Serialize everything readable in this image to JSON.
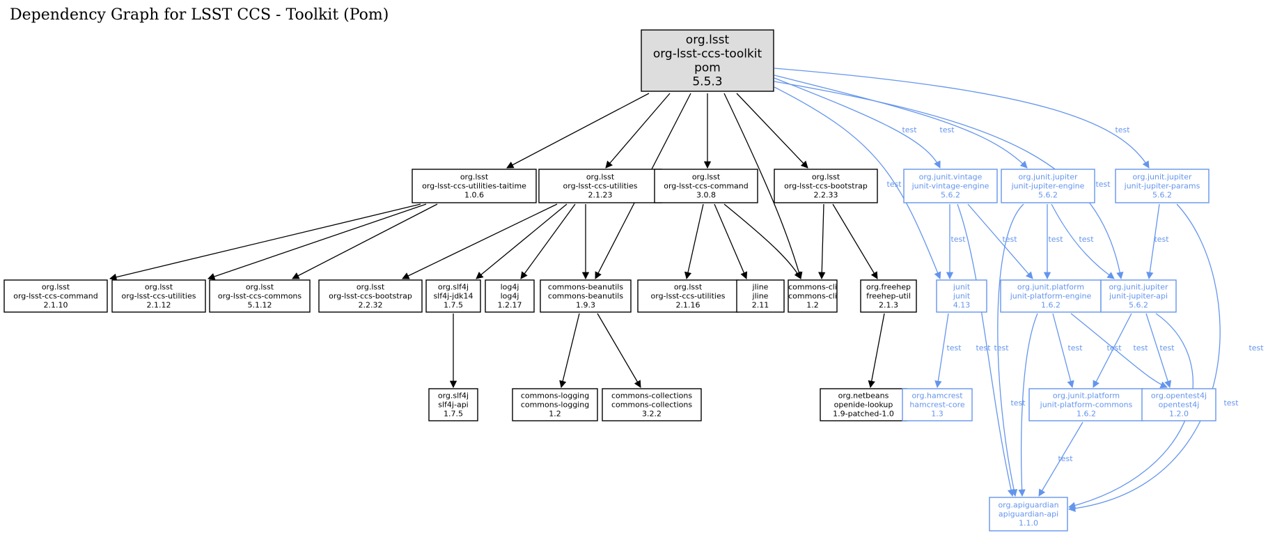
{
  "title": "Dependency Graph for LSST CCS - Toolkit (Pom)",
  "colors": {
    "compile": "#000000",
    "test": "#6495ED",
    "root_fill": "#DDDDDD"
  },
  "nodes": [
    {
      "id": "root",
      "lines": [
        "org.lsst",
        "org-lsst-ccs-toolkit",
        "pom",
        "5.5.3"
      ],
      "scope": "compile",
      "root": true
    },
    {
      "id": "taitime",
      "lines": [
        "org.lsst",
        "org-lsst-ccs-utilities-taitime",
        "1.0.6"
      ],
      "scope": "compile"
    },
    {
      "id": "util2123",
      "lines": [
        "org.lsst",
        "org-lsst-ccs-utilities",
        "2.1.23"
      ],
      "scope": "compile"
    },
    {
      "id": "cmd308",
      "lines": [
        "org.lsst",
        "org-lsst-ccs-command",
        "3.0.8"
      ],
      "scope": "compile"
    },
    {
      "id": "boot2233",
      "lines": [
        "org.lsst",
        "org-lsst-ccs-bootstrap",
        "2.2.33"
      ],
      "scope": "compile"
    },
    {
      "id": "vintage",
      "lines": [
        "org.junit.vintage",
        "junit-vintage-engine",
        "5.6.2"
      ],
      "scope": "test"
    },
    {
      "id": "jupeng",
      "lines": [
        "org.junit.jupiter",
        "junit-jupiter-engine",
        "5.6.2"
      ],
      "scope": "test"
    },
    {
      "id": "jupparams",
      "lines": [
        "org.junit.jupiter",
        "junit-jupiter-params",
        "5.6.2"
      ],
      "scope": "test"
    },
    {
      "id": "cmd2110",
      "lines": [
        "org.lsst",
        "org-lsst-ccs-command",
        "2.1.10"
      ],
      "scope": "compile"
    },
    {
      "id": "util2112",
      "lines": [
        "org.lsst",
        "org-lsst-ccs-utilities",
        "2.1.12"
      ],
      "scope": "compile"
    },
    {
      "id": "commons5112",
      "lines": [
        "org.lsst",
        "org-lsst-ccs-commons",
        "5.1.12"
      ],
      "scope": "compile"
    },
    {
      "id": "boot2232",
      "lines": [
        "org.lsst",
        "org-lsst-ccs-bootstrap",
        "2.2.32"
      ],
      "scope": "compile"
    },
    {
      "id": "slf4jjdk",
      "lines": [
        "org.slf4j",
        "slf4j-jdk14",
        "1.7.5"
      ],
      "scope": "compile"
    },
    {
      "id": "log4j",
      "lines": [
        "log4j",
        "log4j",
        "1.2.17"
      ],
      "scope": "compile"
    },
    {
      "id": "beanutils",
      "lines": [
        "commons-beanutils",
        "commons-beanutils",
        "1.9.3"
      ],
      "scope": "compile"
    },
    {
      "id": "util2116",
      "lines": [
        "org.lsst",
        "org-lsst-ccs-utilities",
        "2.1.16"
      ],
      "scope": "compile"
    },
    {
      "id": "jline",
      "lines": [
        "jline",
        "jline",
        "2.11"
      ],
      "scope": "compile"
    },
    {
      "id": "cli",
      "lines": [
        "commons-cli",
        "commons-cli",
        "1.2"
      ],
      "scope": "compile"
    },
    {
      "id": "freehep",
      "lines": [
        "org.freehep",
        "freehep-util",
        "2.1.3"
      ],
      "scope": "compile"
    },
    {
      "id": "junit",
      "lines": [
        "junit",
        "junit",
        "4.13"
      ],
      "scope": "test"
    },
    {
      "id": "platengine",
      "lines": [
        "org.junit.platform",
        "junit-platform-engine",
        "1.6.2"
      ],
      "scope": "test"
    },
    {
      "id": "jupapi",
      "lines": [
        "org.junit.jupiter",
        "junit-jupiter-api",
        "5.6.2"
      ],
      "scope": "test"
    },
    {
      "id": "slf4japi",
      "lines": [
        "org.slf4j",
        "slf4j-api",
        "1.7.5"
      ],
      "scope": "compile"
    },
    {
      "id": "logging",
      "lines": [
        "commons-logging",
        "commons-logging",
        "1.2"
      ],
      "scope": "compile"
    },
    {
      "id": "collections",
      "lines": [
        "commons-collections",
        "commons-collections",
        "3.2.2"
      ],
      "scope": "compile"
    },
    {
      "id": "openide",
      "lines": [
        "org.netbeans",
        "openide-lookup",
        "1.9-patched-1.0"
      ],
      "scope": "compile"
    },
    {
      "id": "hamcrest",
      "lines": [
        "org.hamcrest",
        "hamcrest-core",
        "1.3"
      ],
      "scope": "test"
    },
    {
      "id": "platcommons",
      "lines": [
        "org.junit.platform",
        "junit-platform-commons",
        "1.6.2"
      ],
      "scope": "test"
    },
    {
      "id": "opentest4j",
      "lines": [
        "org.opentest4j",
        "opentest4j",
        "1.2.0"
      ],
      "scope": "test"
    },
    {
      "id": "apiguardian",
      "lines": [
        "org.apiguardian",
        "apiguardian-api",
        "1.1.0"
      ],
      "scope": "test"
    }
  ],
  "edges": [
    {
      "from": "root",
      "to": "taitime",
      "scope": "compile",
      "label": ""
    },
    {
      "from": "root",
      "to": "util2123",
      "scope": "compile",
      "label": ""
    },
    {
      "from": "root",
      "to": "beanutils",
      "scope": "compile",
      "label": ""
    },
    {
      "from": "root",
      "to": "cmd308",
      "scope": "compile",
      "label": ""
    },
    {
      "from": "root",
      "to": "cli",
      "scope": "compile",
      "label": ""
    },
    {
      "from": "root",
      "to": "boot2233",
      "scope": "compile",
      "label": ""
    },
    {
      "from": "root",
      "to": "junit",
      "scope": "test",
      "label": "test"
    },
    {
      "from": "root",
      "to": "vintage",
      "scope": "test",
      "label": "test"
    },
    {
      "from": "root",
      "to": "jupeng",
      "scope": "test",
      "label": "test"
    },
    {
      "from": "root",
      "to": "jupapi",
      "scope": "test",
      "label": "test"
    },
    {
      "from": "root",
      "to": "jupparams",
      "scope": "test",
      "label": "test"
    },
    {
      "from": "taitime",
      "to": "cmd2110",
      "scope": "compile",
      "label": ""
    },
    {
      "from": "taitime",
      "to": "util2112",
      "scope": "compile",
      "label": ""
    },
    {
      "from": "taitime",
      "to": "commons5112",
      "scope": "compile",
      "label": ""
    },
    {
      "from": "util2123",
      "to": "boot2232",
      "scope": "compile",
      "label": ""
    },
    {
      "from": "util2123",
      "to": "slf4jjdk",
      "scope": "compile",
      "label": ""
    },
    {
      "from": "util2123",
      "to": "log4j",
      "scope": "compile",
      "label": ""
    },
    {
      "from": "util2123",
      "to": "beanutils",
      "scope": "compile",
      "label": ""
    },
    {
      "from": "cmd308",
      "to": "util2116",
      "scope": "compile",
      "label": ""
    },
    {
      "from": "cmd308",
      "to": "jline",
      "scope": "compile",
      "label": ""
    },
    {
      "from": "cmd308",
      "to": "cli",
      "scope": "compile",
      "label": ""
    },
    {
      "from": "boot2233",
      "to": "cli",
      "scope": "compile",
      "label": ""
    },
    {
      "from": "boot2233",
      "to": "freehep",
      "scope": "compile",
      "label": ""
    },
    {
      "from": "slf4jjdk",
      "to": "slf4japi",
      "scope": "compile",
      "label": ""
    },
    {
      "from": "beanutils",
      "to": "logging",
      "scope": "compile",
      "label": ""
    },
    {
      "from": "beanutils",
      "to": "collections",
      "scope": "compile",
      "label": ""
    },
    {
      "from": "freehep",
      "to": "openide",
      "scope": "compile",
      "label": ""
    },
    {
      "from": "vintage",
      "to": "junit",
      "scope": "test",
      "label": "test"
    },
    {
      "from": "vintage",
      "to": "platengine",
      "scope": "test",
      "label": "test"
    },
    {
      "from": "vintage",
      "to": "apiguardian",
      "scope": "test",
      "label": "test"
    },
    {
      "from": "jupeng",
      "to": "platengine",
      "scope": "test",
      "label": "test"
    },
    {
      "from": "jupeng",
      "to": "jupapi",
      "scope": "test",
      "label": "test"
    },
    {
      "from": "jupeng",
      "to": "apiguardian",
      "scope": "test",
      "label": "test"
    },
    {
      "from": "jupparams",
      "to": "jupapi",
      "scope": "test",
      "label": "test"
    },
    {
      "from": "jupparams",
      "to": "apiguardian",
      "scope": "test",
      "label": "test"
    },
    {
      "from": "junit",
      "to": "hamcrest",
      "scope": "test",
      "label": "test"
    },
    {
      "from": "platengine",
      "to": "platcommons",
      "scope": "test",
      "label": "test"
    },
    {
      "from": "platengine",
      "to": "opentest4j",
      "scope": "test",
      "label": "test"
    },
    {
      "from": "platengine",
      "to": "apiguardian",
      "scope": "test",
      "label": "test"
    },
    {
      "from": "jupapi",
      "to": "platcommons",
      "scope": "test",
      "label": "test"
    },
    {
      "from": "jupapi",
      "to": "opentest4j",
      "scope": "test",
      "label": "test"
    },
    {
      "from": "jupapi",
      "to": "apiguardian",
      "scope": "test",
      "label": "test"
    },
    {
      "from": "platcommons",
      "to": "apiguardian",
      "scope": "test",
      "label": "test"
    }
  ]
}
